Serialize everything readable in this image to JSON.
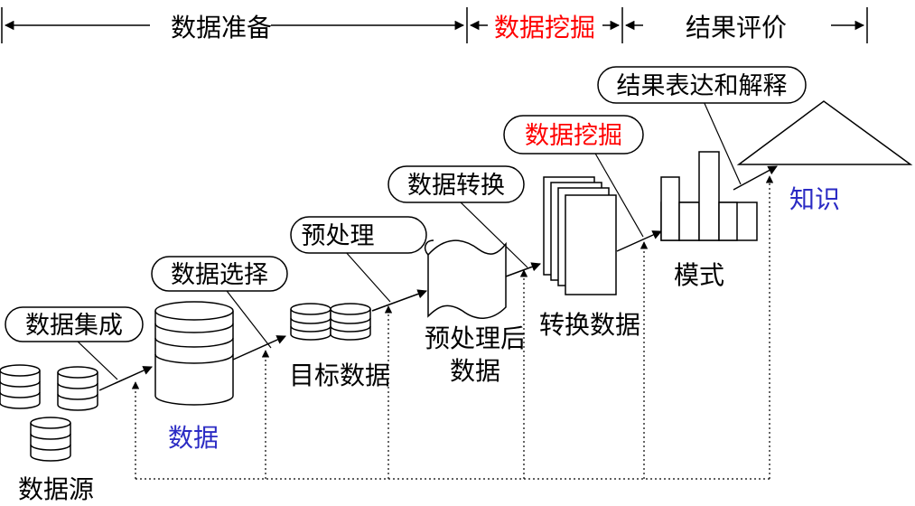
{
  "phases": {
    "prep": "数据准备",
    "mining": "数据挖掘",
    "eval": "结果评价"
  },
  "steps": {
    "integration": "数据集成",
    "selection": "数据选择",
    "preprocess": "预处理",
    "transform": "数据转换",
    "mining": "数据挖掘",
    "interpret": "结果表达和解释"
  },
  "stages": {
    "source": "数据源",
    "data": "数据",
    "target": "目标数据",
    "preprocessed_line1": "预处理后",
    "preprocessed_line2": "数据",
    "transformed": "转换数据",
    "pattern": "模式",
    "knowledge": "知识"
  },
  "colors": {
    "ink": "#000000",
    "highlight": "#ff0000",
    "accent": "#2b2bc4"
  }
}
